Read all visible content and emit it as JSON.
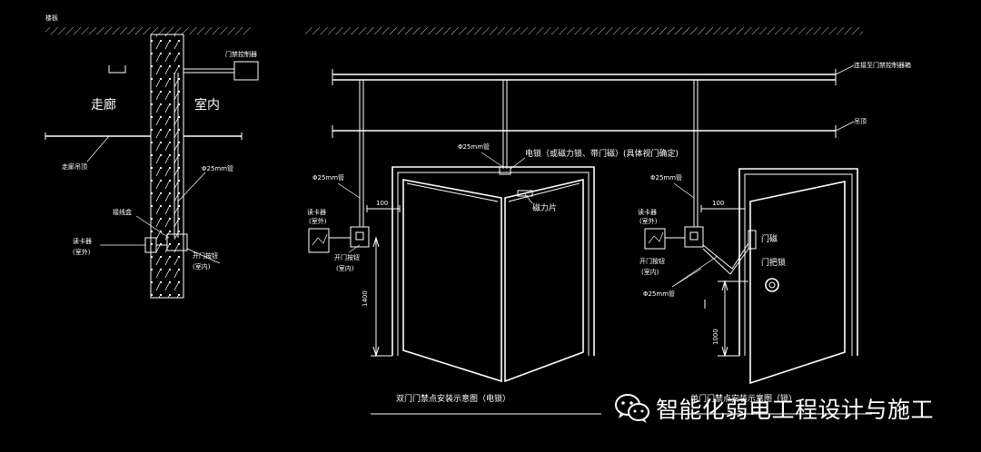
{
  "left_section": {
    "ceiling_label": "楼板",
    "corridor_label": "走廊",
    "indoor_label": "室内",
    "corridor_ceiling_label": "走廊吊顶",
    "conduit_label": "Φ25mm管",
    "controller_label": "门禁控制器",
    "junction_box_label": "接线盒",
    "reader_label": "读卡器",
    "reader_note": "(室外)",
    "exit_button_label": "开门按钮",
    "exit_button_note": "(室内)"
  },
  "center_section": {
    "to_controller_label": "连接至门禁控制器箱",
    "ceiling_label": "吊顶",
    "conduit_top_label": "Φ25mm管",
    "lock_label": "电锁（或磁力锁、带门磁）(具体视门确定)",
    "magnet_plate_label": "磁力片",
    "conduit_left_label": "Φ25mm管",
    "reader_label": "读卡器",
    "reader_note": "(室外)",
    "exit_button_label": "开门按钮",
    "exit_button_note": "(室内)",
    "dim_100": "100",
    "dim_1400": "1400",
    "caption": "双门门禁点安装示意图（电锁）"
  },
  "right_section": {
    "conduit_label": "Φ25mm管",
    "dim_100": "100",
    "reader_label": "读卡器",
    "reader_note": "(室外)",
    "exit_button_label": "开门按钮",
    "exit_button_note": "(室内)",
    "door_sensor_label": "门磁",
    "handle_label": "门把锁",
    "conduit_low_label": "Φ25mm管",
    "dim_1000": "1000",
    "caption": "单门门禁点安装示意图（锁）"
  },
  "watermark": {
    "text": "智能化弱电工程设计与施工",
    "icon": "wechat-icon"
  }
}
